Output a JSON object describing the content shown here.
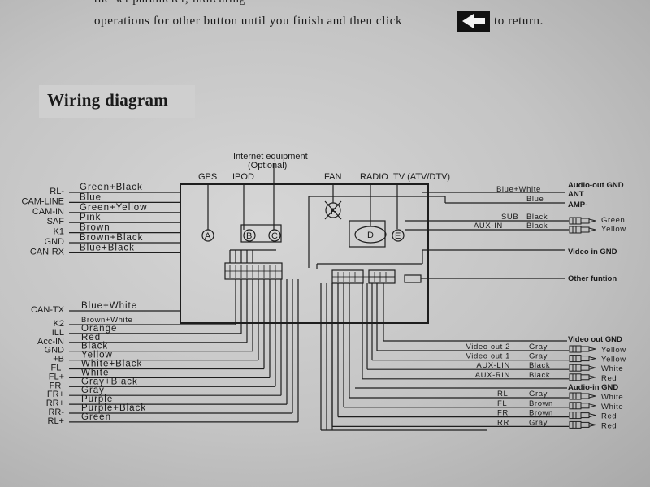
{
  "intro": {
    "top_line": "the set parameter, indicating",
    "line_before_icon": "operations for other button until you finish and then click",
    "line_after_icon": "to return."
  },
  "heading": "Wiring diagram",
  "top_labels": {
    "internet": "Internet equipment",
    "optional": "(Optional)",
    "gps": "GPS",
    "ipod": "IPOD",
    "fan": "FAN",
    "radio": "RADIO",
    "tv": "TV (ATV/DTV)"
  },
  "connector_letters": [
    "A",
    "B",
    "C",
    "F",
    "D",
    "E"
  ],
  "left_group_1": [
    {
      "label": "RL-",
      "color": "Green+Black"
    },
    {
      "label": "CAM-LINE",
      "color": "Blue"
    },
    {
      "label": "CAM-IN",
      "color": "Green+Yellow"
    },
    {
      "label": "SAF",
      "color": "Pink"
    },
    {
      "label": "K1",
      "color": "Brown"
    },
    {
      "label": "GND",
      "color": "Brown+Black"
    },
    {
      "label": "CAN-RX",
      "color": "Blue+Black"
    }
  ],
  "left_group_2": [
    {
      "label": "CAN-TX",
      "color": "Blue+White"
    },
    {
      "label": "K2",
      "color": "Brown+White"
    },
    {
      "label": "ILL",
      "color": "Orange"
    },
    {
      "label": "Acc-IN",
      "color": "Red"
    },
    {
      "label": "GND",
      "color": "Black"
    },
    {
      "label": "+B",
      "color": "Yellow"
    },
    {
      "label": "FL-",
      "color": "White+Black"
    },
    {
      "label": "FL+",
      "color": "White"
    },
    {
      "label": "FR-",
      "color": "Gray+Black"
    },
    {
      "label": "FR+",
      "color": "Gray"
    },
    {
      "label": "RR+",
      "color": "Purple"
    },
    {
      "label": "RR-",
      "color": "Purple+Black"
    },
    {
      "label": "RL+",
      "color": "Green"
    }
  ],
  "right_top": {
    "blue_white": "Blue+White",
    "audio_out_gnd": "Audio-out GND",
    "ant": "ANT",
    "blue": "Blue",
    "amp": "AMP-",
    "sub": "SUB",
    "sub_color": "Black",
    "sub_plug": "Green",
    "aux_in": "AUX-IN",
    "aux_color": "Black",
    "aux_plug": "Yellow",
    "video_in_gnd": "Video in GND",
    "other_function": "Other funtion"
  },
  "video_out": {
    "header": "Video out GND",
    "rows": [
      {
        "label": "Video out 2",
        "color": "Gray",
        "plug": "Yellow"
      },
      {
        "label": "Video out 1",
        "color": "Gray",
        "plug": "Yellow"
      },
      {
        "label": "AUX-LIN",
        "color": "Black",
        "plug": "White"
      },
      {
        "label": "AUX-RIN",
        "color": "Black",
        "plug": "Red"
      }
    ]
  },
  "audio_in": {
    "header": "Audio-in GND",
    "rows": [
      {
        "label": "RL",
        "color": "Gray",
        "plug": "White"
      },
      {
        "label": "FL",
        "color": "Brown",
        "plug": "White"
      },
      {
        "label": "FR",
        "color": "Brown",
        "plug": "Red"
      },
      {
        "label": "RR",
        "color": "Gray",
        "plug": "Red"
      }
    ]
  }
}
